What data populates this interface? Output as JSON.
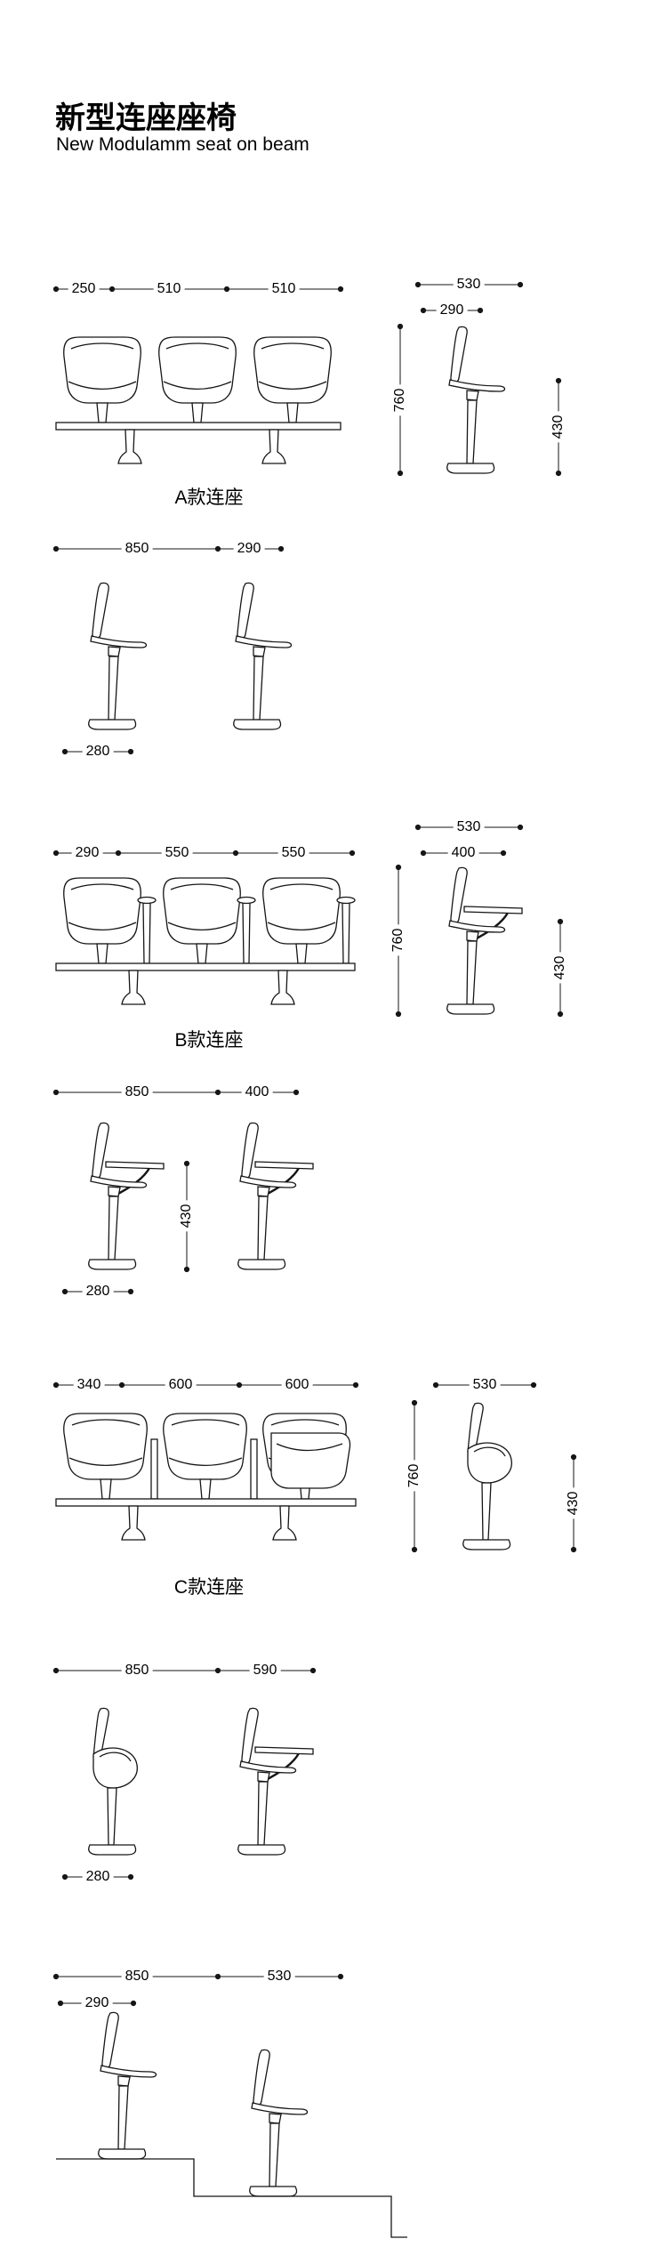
{
  "title": "新型连座座椅",
  "subtitle": "New Modulamm seat on beam",
  "sections": {
    "a": {
      "label": "A款连座",
      "front_widths": [
        "250",
        "510",
        "510"
      ],
      "side_depth": "530",
      "seat_depth": "290",
      "total_height": "760",
      "seat_height": "430"
    },
    "a_side_row": {
      "row_pitch": "850",
      "back_gap": "290",
      "base_width": "280"
    },
    "b": {
      "label": "B款连座",
      "front_widths": [
        "290",
        "550",
        "550"
      ],
      "side_depth": "530",
      "tablet_depth": "400",
      "total_height": "760",
      "seat_height": "430"
    },
    "b_side_row": {
      "row_pitch": "850",
      "tablet_depth": "400",
      "tablet_height": "430",
      "base_width": "280"
    },
    "c": {
      "label": "C款连座",
      "front_widths": [
        "340",
        "600",
        "600"
      ],
      "side_depth": "530",
      "total_height": "760",
      "seat_height": "430"
    },
    "c_side_row": {
      "row_pitch": "850",
      "open_depth": "590",
      "base_width": "280"
    },
    "steps_row": {
      "row_pitch": "850",
      "side_depth": "530",
      "back_gap": "290"
    }
  }
}
